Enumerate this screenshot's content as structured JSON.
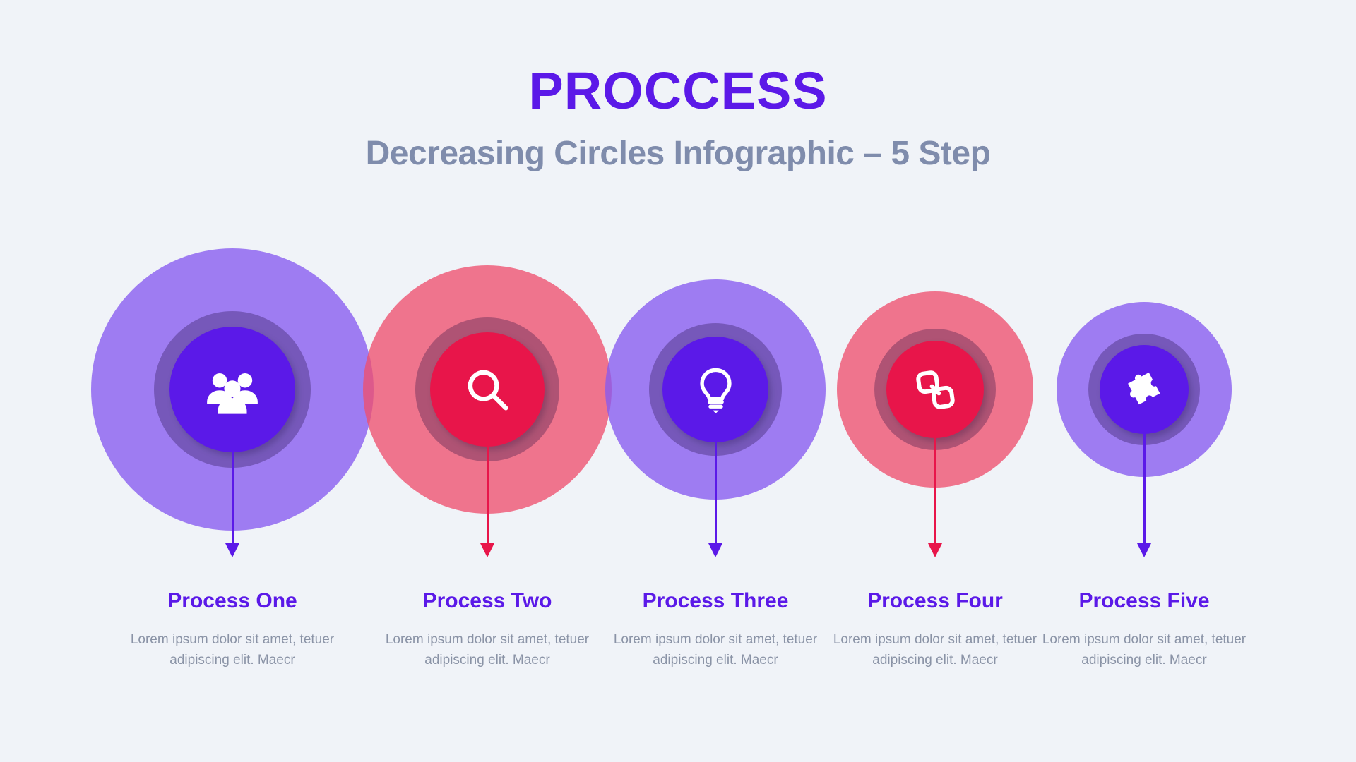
{
  "header": {
    "title": "PROCCESS",
    "subtitle": "Decreasing Circles Infographic – 5 Step"
  },
  "theme": {
    "background": "#F0F3F8",
    "title_color": "#5B19E8",
    "subtitle_color": "#7F8CAC",
    "body_color": "#8A93A6",
    "purple_outer": "#8659F0",
    "purple_inner": "#5B19E8",
    "red_outer": "#EF4F6E",
    "red_inner": "#E8154A"
  },
  "steps": [
    {
      "index": 1,
      "icon": "people-group-icon",
      "title": "Process One",
      "body": "Lorem ipsum dolor sit amet, tetuer adipiscing elit. Maecr",
      "outer_color": "#8659F0",
      "inner_color": "#5B19E8",
      "arrow_color": "#5B19E8",
      "outer_diameter": 400,
      "mid_diameter": 222,
      "inner_diameter": 178
    },
    {
      "index": 2,
      "icon": "magnifier-search-icon",
      "title": "Process Two",
      "body": "Lorem ipsum dolor sit amet, tetuer adipiscing elit. Maecr",
      "outer_color": "#EF4F6E",
      "inner_color": "#E8154A",
      "arrow_color": "#E8154A",
      "outer_diameter": 352,
      "mid_diameter": 204,
      "inner_diameter": 162
    },
    {
      "index": 3,
      "icon": "lightbulb-idea-icon",
      "title": "Process Three",
      "body": "Lorem ipsum dolor sit amet, tetuer adipiscing elit. Maecr",
      "outer_color": "#8659F0",
      "inner_color": "#5B19E8",
      "arrow_color": "#5B19E8",
      "outer_diameter": 312,
      "mid_diameter": 188,
      "inner_diameter": 150
    },
    {
      "index": 4,
      "icon": "chain-link-icon",
      "title": "Process Four",
      "body": "Lorem ipsum dolor sit amet, tetuer adipiscing elit. Maecr",
      "outer_color": "#EF4F6E",
      "inner_color": "#E8154A",
      "arrow_color": "#E8154A",
      "outer_diameter": 278,
      "mid_diameter": 172,
      "inner_diameter": 138
    },
    {
      "index": 5,
      "icon": "puzzle-piece-icon",
      "title": "Process Five",
      "body": "Lorem ipsum dolor sit amet, tetuer adipiscing elit. Maecr",
      "outer_color": "#8659F0",
      "inner_color": "#5B19E8",
      "arrow_color": "#5B19E8",
      "outer_diameter": 248,
      "mid_diameter": 158,
      "inner_diameter": 126
    }
  ]
}
